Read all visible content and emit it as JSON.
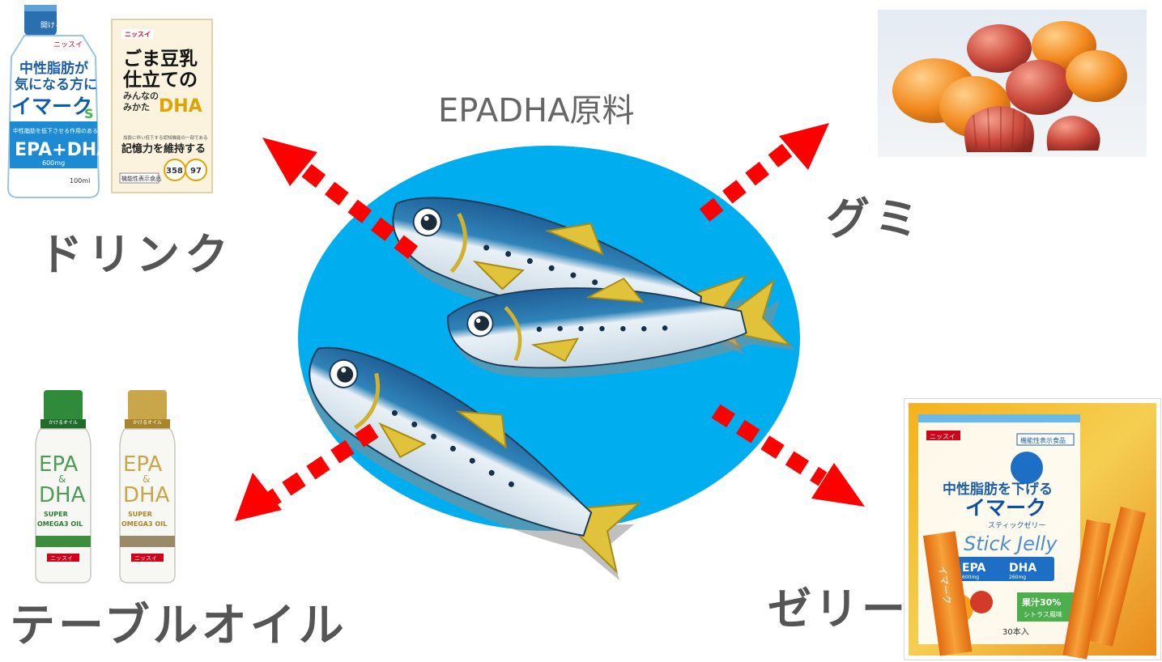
{
  "center": {
    "title": "EPADHA原料"
  },
  "products": {
    "drink": {
      "label": "ドリンク",
      "bottle": {
        "cap_text": "開ける",
        "brand": "ニッスイ",
        "line1": "中性脂肪が",
        "line2": "気になる方に",
        "name": "イマーク",
        "suffix": "S",
        "tagline": "中性脂肪を低下させる作用のある",
        "ingredients": "EPA+DHA",
        "amount": "600mg",
        "volume": "100ml"
      },
      "carton": {
        "brand": "ニッスイ",
        "line1": "ごま豆乳",
        "line2": "仕立ての",
        "line3": "みんなの",
        "line4": "みかた",
        "dha": "DHA",
        "claim_small": "加齢に伴い低下する認知機能の一部である",
        "claim": "記憶力を維持する",
        "dha_amount": "358",
        "epa_amount": "97",
        "category": "機能性表示食品"
      }
    },
    "gummy": {
      "label": "グミ"
    },
    "table_oil": {
      "label": "テーブルオイル",
      "bottle_green": {
        "cap_label": "かけるオイル",
        "epa": "EPA",
        "amp": "&",
        "dha": "DHA",
        "line1": "SUPER",
        "line2": "OMEGA3 OIL",
        "brand": "ニッスイ"
      },
      "bottle_gold": {
        "cap_label": "かけるオイル",
        "epa": "EPA",
        "amp": "&",
        "dha": "DHA",
        "line1": "SUPER",
        "line2": "OMEGA3 OIL",
        "brand": "ニッスイ"
      }
    },
    "jelly": {
      "label": "ゼリー",
      "box": {
        "brand": "ニッスイ",
        "category": "機能性表示食品",
        "headline": "中性脂肪を下げる",
        "name": "イマーク",
        "subname": "スティックゼリー",
        "script": "Stick Jelly",
        "epa": "EPA",
        "epa_amount": "600mg",
        "dha": "DHA",
        "dha_amount": "260mg",
        "juice": "果汁30%",
        "flavor": "シトラス風味",
        "count": "30本入",
        "stick_name": "イマーク"
      }
    }
  },
  "colors": {
    "ellipse": "#00aeef",
    "arrow": "#ff0000",
    "label_text": "#555555",
    "title_text": "#666666"
  }
}
